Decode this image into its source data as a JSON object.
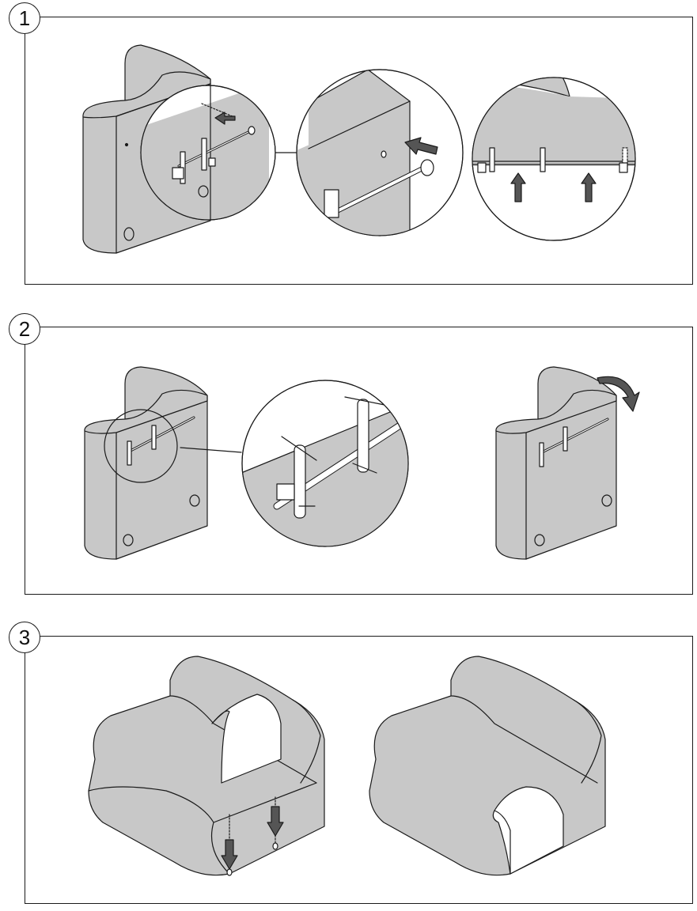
{
  "steps": [
    {
      "number": "1"
    },
    {
      "number": "2"
    },
    {
      "number": "3"
    }
  ],
  "colors": {
    "upholstery": "#c8c8c8",
    "cover": "#ffffff",
    "arrow": "#555555",
    "line": "#1a1a1a"
  }
}
